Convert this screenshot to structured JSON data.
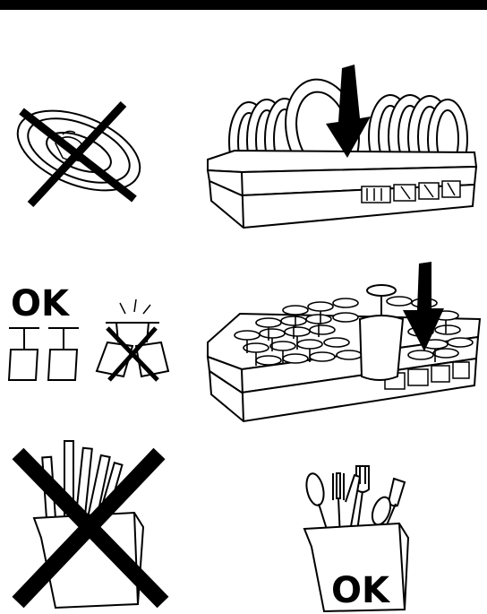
{
  "labels": {
    "ok_glasses": "OK",
    "ok_cutlery": "OK"
  },
  "colors": {
    "ink": "#000000",
    "paper": "#ffffff"
  },
  "panels": [
    {
      "id": "plate-wrong-side",
      "status": "prohibited"
    },
    {
      "id": "plates-in-rack",
      "status": "instruction"
    },
    {
      "id": "glass-placement",
      "status": "ok-vs-prohibited"
    },
    {
      "id": "glasses-in-rack",
      "status": "instruction"
    },
    {
      "id": "cutlery-points-up",
      "status": "prohibited"
    },
    {
      "id": "cutlery-handles-up",
      "status": "ok"
    }
  ]
}
